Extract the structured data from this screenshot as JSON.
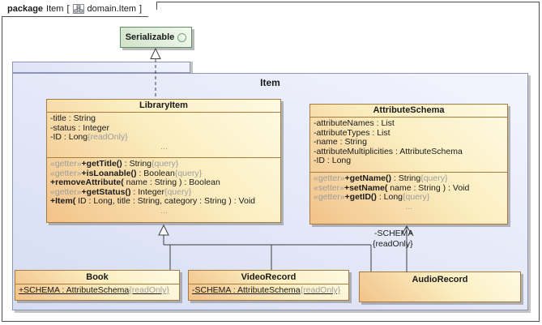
{
  "frame_header": {
    "keyword": "package",
    "name": "Item",
    "open": "[",
    "diagram": "domain.Item",
    "close": "]"
  },
  "interface_class": {
    "title": "Serializable"
  },
  "package": {
    "title": "Item"
  },
  "library_item": {
    "title": "LibraryItem",
    "attributes": [
      {
        "text": "-title : String",
        "tag": ""
      },
      {
        "text": "-status : Integer",
        "tag": ""
      },
      {
        "text": "-ID : Long",
        "tag": "{readOnly}"
      }
    ],
    "attrs_more": "...",
    "operations": [
      {
        "stereo": "«getter»",
        "name": "+getTitle()",
        "rest": " : String",
        "tag": "{query}"
      },
      {
        "stereo": "«getter»",
        "name": "+isLoanable()",
        "rest": " : Boolean",
        "tag": "{query}"
      },
      {
        "stereo": "",
        "name": "+removeAttribute(",
        "rest": " name : String ) : Boolean",
        "tag": ""
      },
      {
        "stereo": "«getter»",
        "name": "+getStatus()",
        "rest": " : Integer",
        "tag": "{query}"
      },
      {
        "stereo": "",
        "name": "+Item(",
        "rest": " ID : Long, title : String, category : String ) : Void",
        "tag": ""
      }
    ],
    "ops_more": "..."
  },
  "attribute_schema": {
    "title": "AttributeSchema",
    "attributes": [
      {
        "text": "-attributeNames : List",
        "tag": ""
      },
      {
        "text": "-attributeTypes : List",
        "tag": ""
      },
      {
        "text": "-name : String",
        "tag": ""
      },
      {
        "text": "-attributeMultiplicities : AttributeSchema",
        "tag": ""
      },
      {
        "text": "-ID : Long",
        "tag": ""
      }
    ],
    "operations": [
      {
        "stereo": "«getter»",
        "name": "+getName()",
        "rest": " : String",
        "tag": "{query}"
      },
      {
        "stereo": "«setter»",
        "name": "+setName(",
        "rest": " name : String ) : Void",
        "tag": ""
      },
      {
        "stereo": "«getter»",
        "name": "+getID()",
        "rest": " : Long",
        "tag": "{query}"
      }
    ],
    "ops_more": "..."
  },
  "book": {
    "title": "Book",
    "attribute": "+SCHEMA : AttributeSchema",
    "tag": "{readOnly}"
  },
  "video_record": {
    "title": "VideoRecord",
    "attribute": "-SCHEMA : AttributeSchema",
    "tag": "{readOnly}"
  },
  "audio_record": {
    "title": "AudioRecord"
  },
  "association": {
    "name": "-SCHEMA",
    "tag": "{readOnly}"
  },
  "colors": {
    "class_border": "#a87c3e",
    "class_fill_light": "#fefae3",
    "class_fill_dark": "#f2c289",
    "package_border": "#8d95b8",
    "package_fill": "#dce2f5",
    "interface_border": "#5f8f5f",
    "interface_fill": "#d8e8d4",
    "line": "#3f3f3f",
    "muted_text": "#9d9d9d"
  }
}
